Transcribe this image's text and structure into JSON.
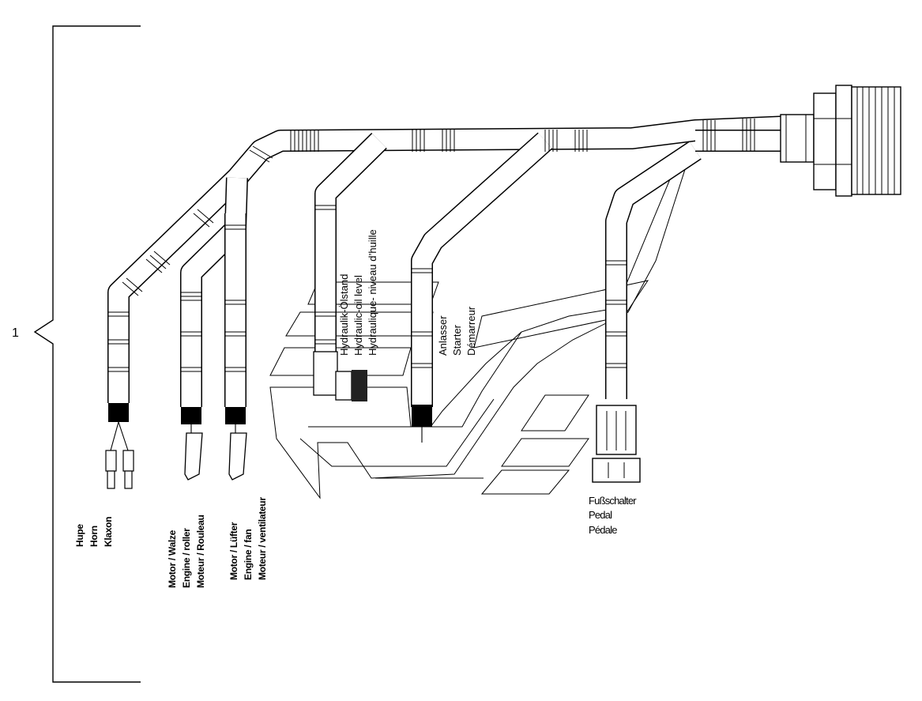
{
  "callout": {
    "ref_number": "1"
  },
  "labels": {
    "hydraulic": [
      "Hydraulik-Ölstand",
      "Hydraulic-oil level",
      "Hydraulique- niveau d’huille"
    ],
    "starter": [
      "Anlasser",
      "Starter",
      "Démarreur"
    ],
    "pedal": [
      "Fußschalter",
      "Pedal",
      "Pédale"
    ],
    "horn": [
      "Hupe",
      "Horn",
      "Klaxon"
    ],
    "roller_motor": [
      "Motor / Walze",
      "Engine / roller",
      "Moteur / Rouleau"
    ],
    "fan_motor": [
      "Motor / Lüfter",
      "Engine / fan",
      "Moteur / ventilateur"
    ]
  }
}
